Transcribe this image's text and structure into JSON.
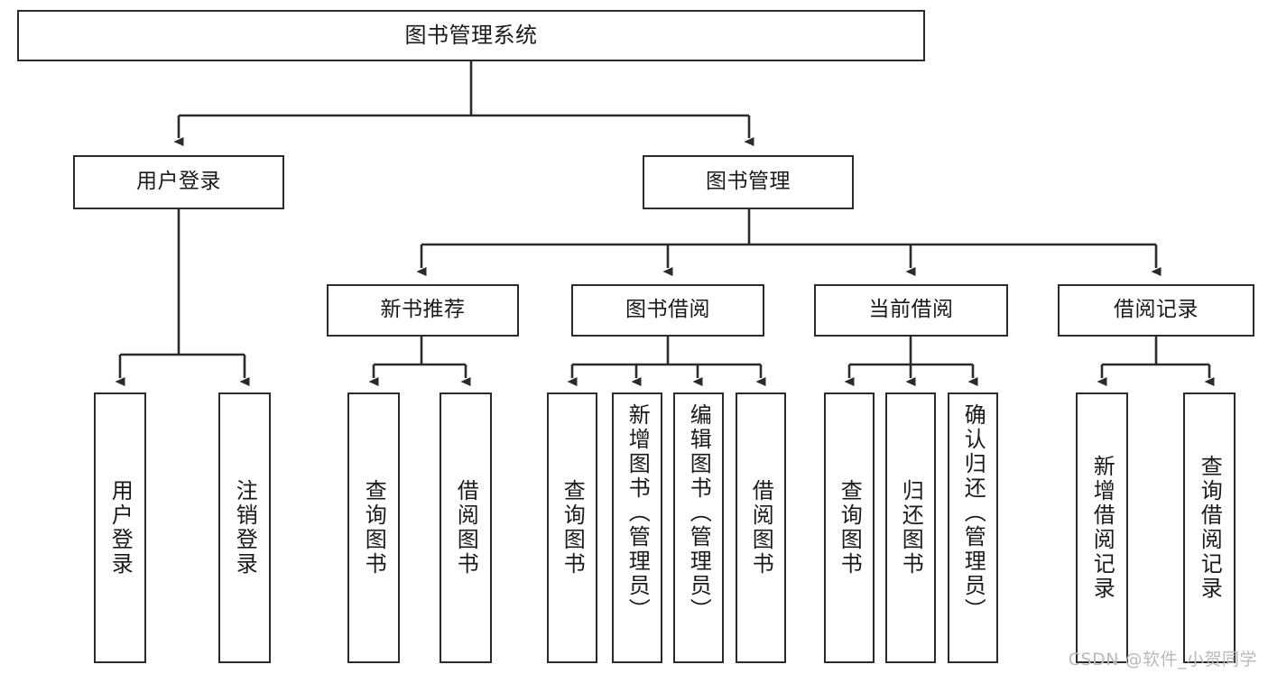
{
  "diagram": {
    "title": "图书管理系统",
    "type": "tree-hierarchy-chart",
    "watermark": "CSDN @软件_小贺同学",
    "colors": {
      "box_border": "#2b2b2b",
      "box_fill": "#ffffff",
      "connector": "#2b2b2b",
      "text": "#1a1a1a",
      "watermark": "#b9b9b9",
      "background": "#ffffff"
    },
    "root": {
      "label": "图书管理系统"
    },
    "level2": [
      {
        "label": "用户登录"
      },
      {
        "label": "图书管理"
      }
    ],
    "level3": [
      {
        "label": "新书推荐"
      },
      {
        "label": "图书借阅"
      },
      {
        "label": "当前借阅"
      },
      {
        "label": "借阅记录"
      }
    ],
    "leaves": {
      "user_login": [
        {
          "label": "用户登录"
        },
        {
          "label": "注销登录"
        }
      ],
      "new_book_recommend": [
        {
          "label": "查询图书"
        },
        {
          "label": "借阅图书"
        }
      ],
      "book_borrow": [
        {
          "label": "查询图书"
        },
        {
          "label": "新增图书（管理员）"
        },
        {
          "label": "编辑图书（管理员）"
        },
        {
          "label": "借阅图书"
        }
      ],
      "current_borrow": [
        {
          "label": "查询图书"
        },
        {
          "label": "归还图书"
        },
        {
          "label": "确认归还（管理员）"
        }
      ],
      "borrow_record": [
        {
          "label": "新增借阅记录"
        },
        {
          "label": "查询借阅记录"
        }
      ]
    }
  }
}
